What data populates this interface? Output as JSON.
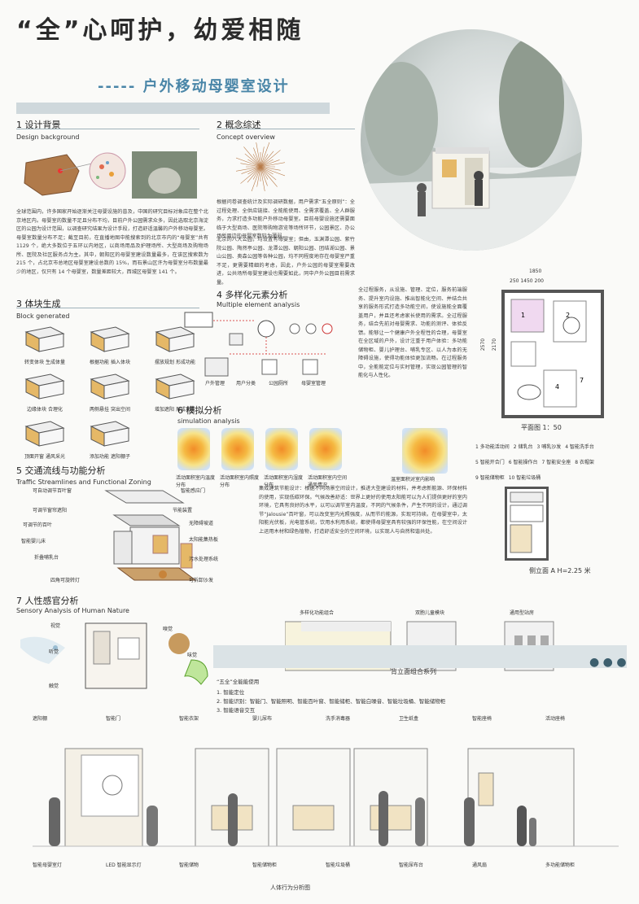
{
  "header": {
    "title": "“全”心呵护，幼爱相随",
    "subtitle": "----- 户外移动母婴室设计"
  },
  "sec1": {
    "heading": "1 设计背景",
    "sub": "Design background",
    "body": "全球范围内，许多国家开始逐渐关注母婴设施的普及，中国的研究目标对象应在整个北京地区内。母婴室的数量不足且分布不均，目前户外公园需求众多，因此选取北京海淀区的公园为设计范围，以调查研究结果为设计手段，打造舒适温馨的户外移动母婴室。母婴室数量分布不足；截至目前，在直播地图中能搜索到的北京市内的“母婴室”共有 1129 个，绝大多数位于五环以内地区，以商场用品及护理场所、大型商场及购物场所、医院及社区服务点为主。其中，朝阳区的母婴室建设数量最多，在该区搜索数为 215 个，占北京市总地区母婴室建设总数的 15%，而石景山区许为母婴室分布数量最少的地区，仅只有 14 个母婴室，数量差距较大，西城区母婴室 141 个。"
  },
  "sec2": {
    "heading": "2 概念综述",
    "sub": "Concept overview",
    "body1": "根据问卷调查统计及实际调研数据，用户需求“五全原则”：全过程处理、全供应链接、全能能使用、全需求覆盖、全人群服务，力求打造多功能户外移动母婴室。目前母婴设施还需要面临于大型商场、医院等购物游览等场所环节，公园景区、办公场所周边的母婴室数较为薄弱。",
    "body2": "北京的八大公园，均设置有母婴室；但由，玉渊潭公园、紫竹院公园、陶然亭公园、龙潭公园、朝阳公园、团结湖公园、景山公园、奥森公园等各种公园，均不同程度地存在母婴室严重不足，更需要精细的考虑，因此，户外公园的母婴室需要改进，公共场所母婴室建设也需要如此，同中户外公园目前需求量。"
  },
  "sec3": {
    "heading": "3 体块生成",
    "sub": "Block generated",
    "steps": [
      "转变体块 生成体量",
      "根据功能 插入体块",
      "摆放规划 形成功能",
      "边缘体块 合理化",
      "两侧悬挂 突出空间",
      "增加遮阳 形成功能",
      "顶面开窗 通风采光",
      "添加功能 遮阳棚子"
    ]
  },
  "sec4": {
    "heading": "4 多样化元素分析",
    "sub": "Multiple element analysis",
    "body": "全过程服务，从设施、管理、定位，服务前端服务、提升室内设施、推出智能化空间、并结合共享的服务形式打造多功能空间，使设施能全面覆盖用户，并且还考虑家长使用的需求。全过程服务，结合先前对母婴需求、功能的测评、体验反馈。能够让一个健康户外全程性的合理，母婴室在全区域的户外，设计注重于用户体验：多功能储物柜、婴儿护理台、哺乳专区、以人为本的无障碍设施，使得功能体验更加流畅。在过程服务中，全能能定位与实时管理，实现公园管理的智能化与人性化。",
    "icons": [
      "户外管理",
      "用户分类",
      "公园厕所",
      "母婴室管理"
    ]
  },
  "sec5": {
    "heading": "5 交通流线与功能分析",
    "sub": "Traffic Streamlines and Functional Zoning",
    "labels": [
      "可自动调节百叶窗",
      "可调节窗帘遮阳",
      "可调节的百叶",
      "智能婴儿床",
      "折叠哺乳台",
      "四角可旋转灯",
      "智能感应门",
      "节能装置",
      "无障碍坡道",
      "太阳能集热板",
      "污水处理系统",
      "可拆卸沙发"
    ]
  },
  "sec6": {
    "heading": "6 模拟分析",
    "sub": "simulation analysis",
    "captions": [
      "活动面积室内温度分布",
      "活动面积室内照度分布",
      "活动面积室内湿度分布",
      "活动面积室内空间通风情况",
      "温室面积对室内影响"
    ]
  },
  "sec7": {
    "heading": "7 人性感官分析",
    "sub": "Sensory Analysis of Human Nature",
    "labels": [
      "视觉",
      "听觉",
      "嗅觉",
      "触觉",
      "味觉"
    ]
  },
  "plan": {
    "dim_top1": "1850",
    "dim_top2": "250  1450  200",
    "dim_side1": "2570",
    "dim_side2": "2170",
    "caption": "平面图 1：50",
    "legend": [
      "1 多功能活动间",
      "2 储乳台",
      "3 哺乳沙发",
      "4 智能洗手台",
      "5 智能开合门",
      "6 智能操作台",
      "7 智能安全座",
      "8 衣帽架",
      "9 智能储物柜",
      "10 智能垃圾桶"
    ]
  },
  "elevation": {
    "caption": "侧立面 A H=2.25 米"
  },
  "tech": {
    "body": "集成建筑节能设计：根据不同场景空间设计，推进大型建设的材料，并考虑新能源、环保材料的使用，实现低碳环保。气候改善舒适：世界上更好的使用太阳能可以为人们提供更好的室内环境，它具有良好的水平，以可以调节室内温度，不同的气候条件，产生不同的设计，通过调节“Jalousie”百叶窗，可以改变室内光照强度，从而节约能源，实现可持续。在母婴室中，太阳能光伏板，光电管系统，饮用水利用系统，都使得母婴室具有较强的环保性能，在空间设计上运用木材和绿色植物，打造舒适安全的空间环境，以实现人与自然和谐共处。"
  },
  "combo": {
    "labels": [
      "多样化功能组合",
      "双胞儿童模块",
      "通用型站房"
    ],
    "band_label": "背立面组合系列",
    "dots": "● ● ●",
    "notes_title": "“五全”全能能使用",
    "notes": [
      "1. 智能定位",
      "2. 智能识别：智能门、智能照明、智能百叶窗、智能储柜、智能白噪音、智能垃圾桶、智能储物柜",
      "3. 智能语音交互"
    ]
  },
  "bottom": {
    "caption": "人体行为分析图",
    "top_labels": [
      "遮阳棚",
      "智能门",
      "智能衣架",
      "婴儿尿布",
      "洗手消毒器",
      "卫生纸盒",
      "智能座椅",
      "活动座椅"
    ],
    "bottom_labels": [
      "智能母婴室灯",
      "LED 智能显示灯",
      "智能储物",
      "智能储物柜",
      "智能垃圾桶",
      "智能尿布台",
      "通风扇",
      "多功能储物柜"
    ]
  },
  "colors": {
    "accent": "#4a86a8",
    "band": "#dbe3e6",
    "heat_hot": "#f28c28",
    "wood": "#e5b867"
  }
}
